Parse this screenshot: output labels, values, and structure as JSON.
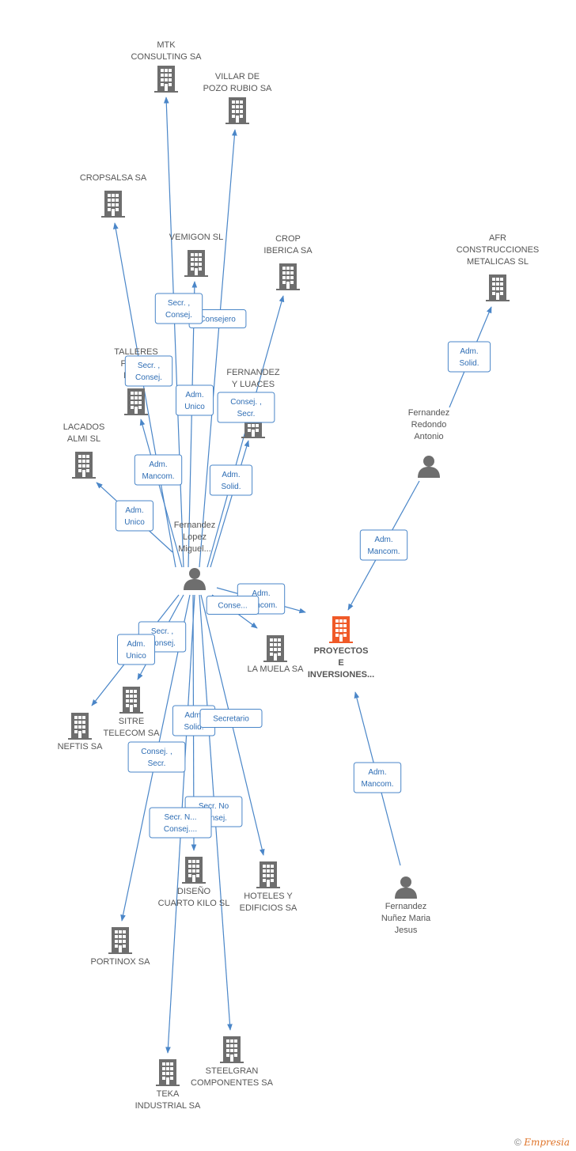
{
  "colors": {
    "edge": "#4a86c8",
    "building": "#6e6e6e",
    "focus_building": "#f05a28",
    "person": "#6e6e6e"
  },
  "nodes": [
    {
      "id": "mtk",
      "type": "company",
      "lines": [
        "MTK",
        "CONSULTING SA"
      ]
    },
    {
      "id": "villar",
      "type": "company",
      "lines": [
        "VILLAR DE",
        "POZO RUBIO SA"
      ]
    },
    {
      "id": "cropsalsa",
      "type": "company",
      "lines": [
        "CROPSALSA SA"
      ]
    },
    {
      "id": "vemigon",
      "type": "company",
      "lines": [
        "VEMIGON  SL"
      ]
    },
    {
      "id": "crop",
      "type": "company",
      "lines": [
        "CROP",
        "IBERICA SA"
      ]
    },
    {
      "id": "afr",
      "type": "company",
      "lines": [
        "AFR",
        "CONSTRUCCIONES",
        "METALICAS SL"
      ]
    },
    {
      "id": "talleres",
      "type": "company",
      "lines": [
        "TALLERES",
        "FERN...",
        "LOR..."
      ]
    },
    {
      "id": "fernluaces",
      "type": "company",
      "lines": [
        "FERNANDEZ",
        "Y LUACES"
      ]
    },
    {
      "id": "lacados",
      "type": "company",
      "lines": [
        "LACADOS",
        "ALMI SL"
      ]
    },
    {
      "id": "fredondo",
      "type": "person",
      "lines": [
        "Fernandez",
        "Redondo",
        "Antonio"
      ]
    },
    {
      "id": "flopez",
      "type": "person",
      "lines": [
        "Fernandez",
        "Lopez",
        "Miguel..."
      ]
    },
    {
      "id": "proyectos",
      "type": "focus",
      "lines": [
        "PROYECTOS",
        "E",
        "INVERSIONES..."
      ]
    },
    {
      "id": "lamuela",
      "type": "company",
      "lines": [
        "LA MUELA SA"
      ]
    },
    {
      "id": "sitre",
      "type": "company",
      "lines": [
        "SITRE",
        "TELECOM SA"
      ]
    },
    {
      "id": "neftis",
      "type": "company",
      "lines": [
        "NEFTIS SA"
      ]
    },
    {
      "id": "diseno",
      "type": "company",
      "lines": [
        "DISEÑO",
        "CUARTO KILO SL"
      ]
    },
    {
      "id": "hoteles",
      "type": "company",
      "lines": [
        "HOTELES Y",
        "EDIFICIOS SA"
      ]
    },
    {
      "id": "fnunez",
      "type": "person",
      "lines": [
        "Fernandez",
        "Nuñez Maria",
        "Jesus"
      ]
    },
    {
      "id": "portinox",
      "type": "company",
      "lines": [
        "PORTINOX SA"
      ]
    },
    {
      "id": "steelgran",
      "type": "company",
      "lines": [
        "STEELGRAN",
        "COMPONENTES SA"
      ]
    },
    {
      "id": "teka",
      "type": "company",
      "lines": [
        "TEKA",
        "INDUSTRIAL SA"
      ]
    }
  ],
  "edges": [
    {
      "from": "flopez",
      "to": "mtk"
    },
    {
      "from": "flopez",
      "to": "villar",
      "role": [
        "Consejero"
      ]
    },
    {
      "from": "flopez",
      "to": "cropsalsa"
    },
    {
      "from": "flopez",
      "to": "vemigon",
      "role": [
        "Secr. ,",
        "Consej."
      ]
    },
    {
      "from": "flopez",
      "to": "crop",
      "role": [
        "Adm.",
        "Solid."
      ]
    },
    {
      "from": "flopez",
      "to": "talleres",
      "role": [
        "Adm.",
        "Mancom."
      ]
    },
    {
      "from": "flopez",
      "to": "fernluaces",
      "role": [
        "Consej. ,",
        "Secr."
      ]
    },
    {
      "from": "flopez",
      "to": "lacados",
      "role": [
        "Adm.",
        "Unico"
      ]
    },
    {
      "from": "flopez",
      "to": "proyectos",
      "role": [
        "Adm.",
        "Mancom."
      ]
    },
    {
      "from": "flopez",
      "to": "lamuela",
      "role": [
        "Conse..."
      ]
    },
    {
      "from": "flopez",
      "to": "sitre",
      "role": [
        "Secr. ,",
        "Consej."
      ]
    },
    {
      "from": "flopez",
      "to": "neftis",
      "role": [
        "Adm.",
        "Unico"
      ]
    },
    {
      "from": "flopez",
      "to": "diseno",
      "role": [
        "Adm.",
        "Solid."
      ]
    },
    {
      "from": "flopez",
      "to": "hoteles",
      "role": [
        "Secretario"
      ]
    },
    {
      "from": "flopez",
      "to": "portinox",
      "role": [
        "Consej. ,",
        "Secr."
      ]
    },
    {
      "from": "flopez",
      "to": "steelgran",
      "role": [
        "Secr.  No",
        "Consej."
      ]
    },
    {
      "from": "flopez",
      "to": "teka",
      "role": [
        "Secr. N...",
        "Consej...."
      ]
    },
    {
      "from": "fredondo",
      "to": "afr",
      "role": [
        "Adm.",
        "Solid."
      ]
    },
    {
      "from": "fredondo",
      "to": "proyectos",
      "role": [
        "Adm.",
        "Mancom."
      ]
    },
    {
      "from": "fnunez",
      "to": "proyectos",
      "role": [
        "Adm.",
        "Mancom."
      ]
    }
  ],
  "extra_roles": [
    {
      "lines": [
        "Secr. ,",
        "Consej."
      ]
    },
    {
      "lines": [
        "Adm.",
        "Unico"
      ]
    }
  ],
  "footer": {
    "copyright": "©",
    "brand": "Empresia"
  }
}
